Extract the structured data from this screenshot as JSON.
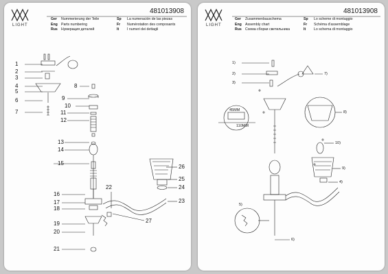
{
  "left_page": {
    "brand": "LIGHT",
    "code": "481013908",
    "header": [
      {
        "lang": "Ger",
        "text": "Nummerierung der Teile"
      },
      {
        "lang": "Eng",
        "text": "Parts numbering"
      },
      {
        "lang": "Rus",
        "text": "Нумерация деталей"
      }
    ],
    "header_right": [
      {
        "lang": "Sp",
        "text": "La numeración de las piezas"
      },
      {
        "lang": "Fr",
        "text": "Numérotation des composants"
      },
      {
        "lang": "It",
        "text": "I numeri dei dettagli"
      }
    ],
    "part_numbers": [
      "1",
      "2",
      "3",
      "4",
      "5",
      "6",
      "7",
      "8",
      "9",
      "10",
      "11",
      "12",
      "13",
      "14",
      "15",
      "16",
      "17",
      "18",
      "19",
      "20",
      "21",
      "22",
      "23",
      "24",
      "25",
      "26",
      "27"
    ]
  },
  "right_page": {
    "brand": "LIGHT",
    "code": "481013908",
    "header": [
      {
        "lang": "Ger",
        "text": "Zusammenbauschema"
      },
      {
        "lang": "Eng",
        "text": "Assembly chart"
      },
      {
        "lang": "Rus",
        "text": "Схема сборки светильника"
      }
    ],
    "header_right": [
      {
        "lang": "Sp",
        "text": "Lo scheme di montaggio"
      },
      {
        "lang": "Fr",
        "text": "Schéma d'assemblage"
      },
      {
        "lang": "It",
        "text": "Lo schema di montaggio"
      }
    ],
    "steps": [
      "1)",
      "2)",
      "3)",
      "4)",
      "5)",
      "6)",
      "7)",
      "8)",
      "9)",
      "10)"
    ],
    "dims": [
      "45MM",
      "110MM"
    ]
  }
}
